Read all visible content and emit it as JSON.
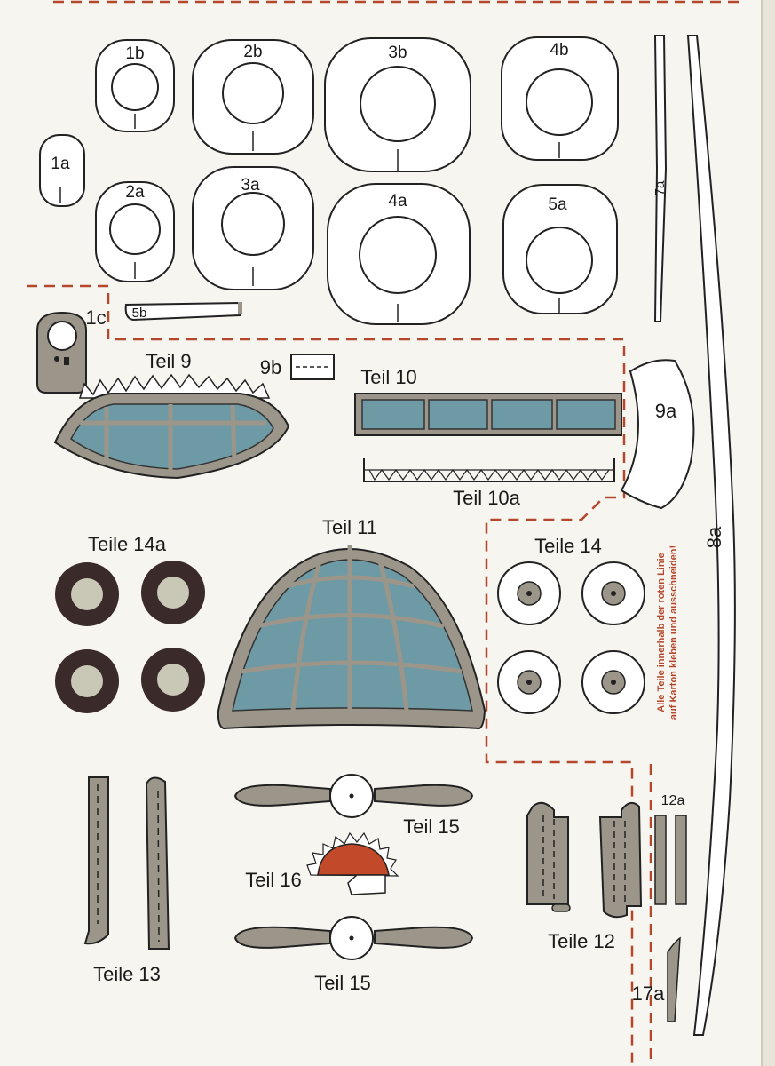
{
  "colors": {
    "paper": "#f7f5f0",
    "outline": "#222222",
    "cutline": "#b5482c",
    "grey": "#9c968a",
    "glass": "#6e9aa6",
    "tire": "#3a2a2a",
    "hub": "#c9c7b6",
    "orange": "#c2492a"
  },
  "parts": {
    "p1a": "1a",
    "p1b": "1b",
    "p1c": "1c",
    "p2a": "2a",
    "p2b": "2b",
    "p3a": "3a",
    "p3b": "3b",
    "p4a": "4a",
    "p4b": "4b",
    "p5a": "5a",
    "p5b": "5b",
    "p7a": "7a",
    "p8a": "8a",
    "p9a": "9a",
    "p9b": "9b",
    "p12a": "12a",
    "p17a": "17a"
  },
  "labels": {
    "teil9": "Teil 9",
    "teil10": "Teil 10",
    "teil10a": "Teil 10a",
    "teil11": "Teil 11",
    "teile14a": "Teile 14a",
    "teile14": "Teile 14",
    "teil15_top": "Teil 15",
    "teil15_bottom": "Teil 15",
    "teil16": "Teil 16",
    "teile12": "Teile 12",
    "teile13": "Teile 13"
  },
  "note": {
    "line1": "Alle Teile innerhalb der roten Linie",
    "line2": "auf Karton kleben und ausschneiden!"
  }
}
